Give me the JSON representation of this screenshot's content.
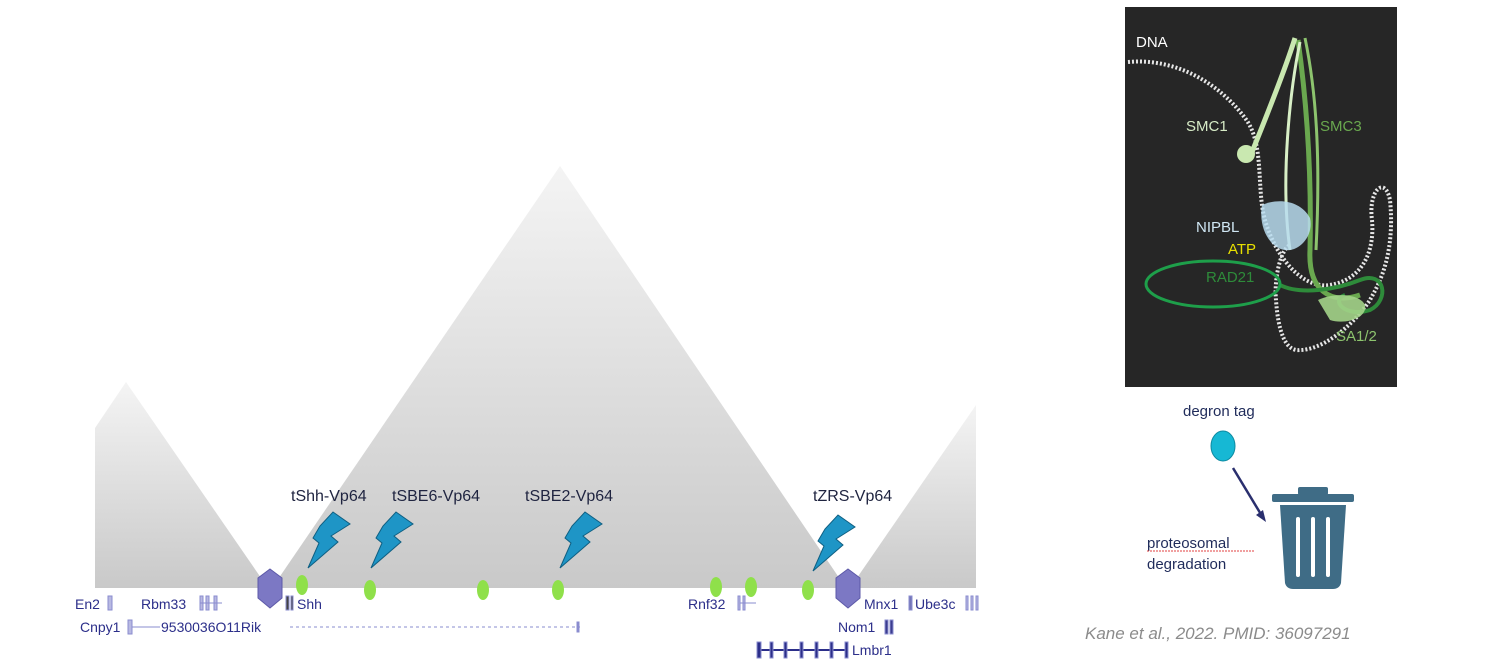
{
  "colors": {
    "gene": "#2c2f8a",
    "enhancer": "#8fe04a",
    "ctcf": "#7c78c4",
    "lightning": "#1e95c6",
    "structure_bg": "#262626",
    "smc1": "#c9e8b0",
    "smc3": "#6aa84f",
    "nipbl": "#b9dcef",
    "atp": "#e8e000",
    "rad21": "#2e8b3a",
    "degron": "#16b8d4",
    "trash": "#3f6c86"
  },
  "activators": [
    {
      "label": "tShh-Vp64"
    },
    {
      "label": "tSBE6-Vp64"
    },
    {
      "label": "tSBE2-Vp64"
    },
    {
      "label": "tZRS-Vp64"
    }
  ],
  "genes": {
    "en2": "En2",
    "rbm33": "Rbm33",
    "shh": "Shh",
    "cnpy1": "Cnpy1",
    "rik": "9530036O11Rik",
    "rnf32": "Rnf32",
    "mnx1": "Mnx1",
    "ube3c": "Ube3c",
    "nom1": "Nom1",
    "lmbr1": "Lmbr1"
  },
  "structure": {
    "dna": "DNA",
    "smc1": "SMC1",
    "smc3": "SMC3",
    "nipbl": "NIPBL",
    "atp": "ATP",
    "rad21": "RAD21",
    "sa": "SA1/2"
  },
  "degron_label": "degron tag",
  "degradation_label_1": "proteosomal",
  "degradation_label_2": "degradation",
  "citation": "Kane et al., 2022. PMID: 36097291"
}
